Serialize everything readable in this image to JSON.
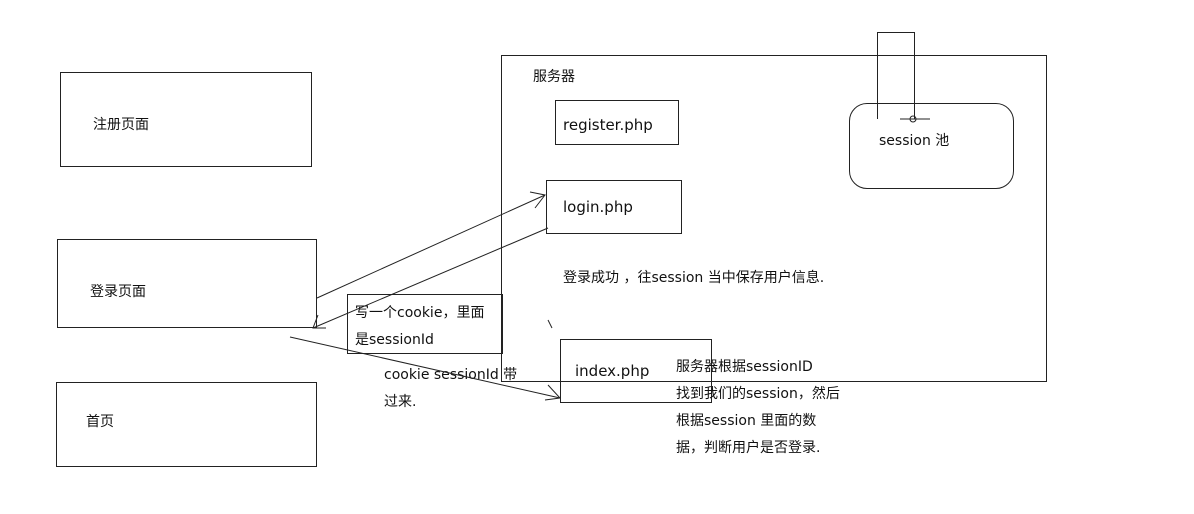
{
  "pages": {
    "register": "注册页面",
    "login": "登录页面",
    "home": "首页"
  },
  "server": {
    "title": "服务器",
    "register_php": "register.php",
    "login_php": "login.php",
    "index_php": "index.php",
    "session_pool": "session 池",
    "login_success_note": "登录成功 ，往session 当中保存用户信息."
  },
  "cookie_note": {
    "line1": "写一个cookie，里面",
    "line2": "是sessionId"
  },
  "cookie_carry_note": {
    "line1": "cookie sessionId 带",
    "line2": "过来."
  },
  "server_lookup_note": {
    "line1": "服务器根据sessionID",
    "line2": "找到我们的session，然后",
    "line3": "根据session 里面的数",
    "line4": "据，判断用户是否登录."
  }
}
